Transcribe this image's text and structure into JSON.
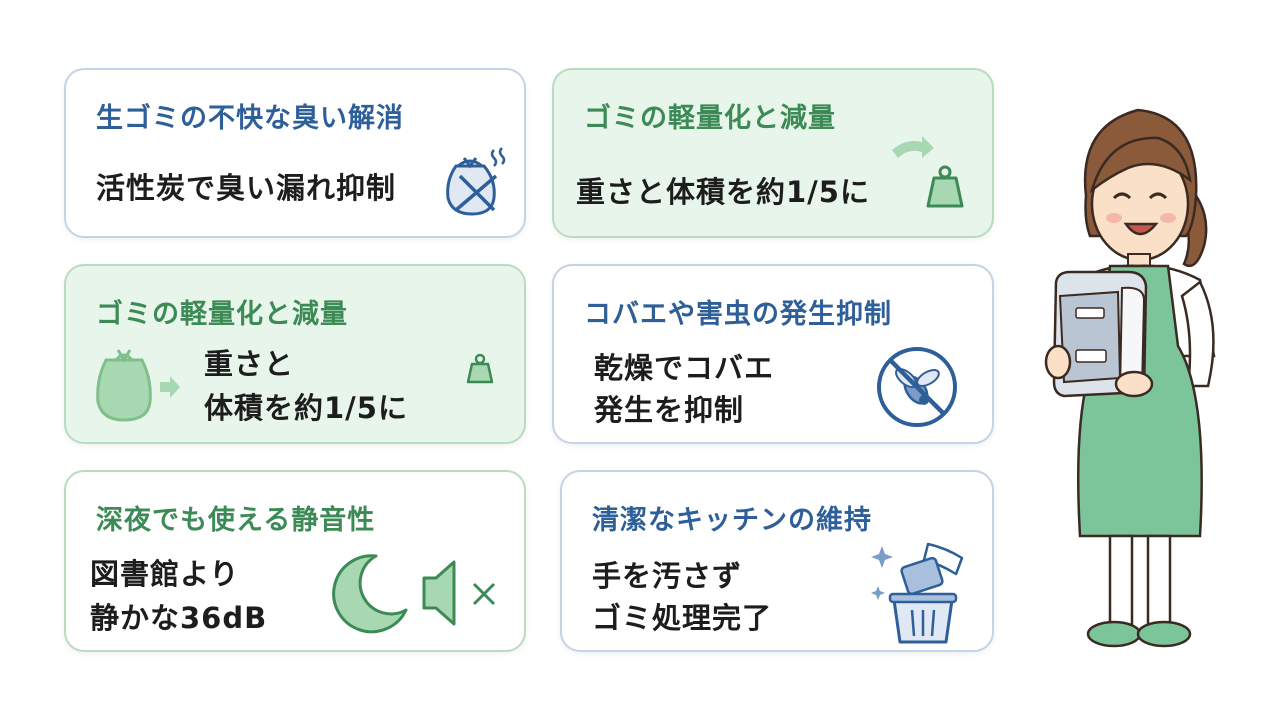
{
  "cards": [
    {
      "title": "生ゴミの不快な臭い解消",
      "lines": [
        "活性炭で臭い漏れ抑制"
      ],
      "icon": "garbage-bag-no-odor-icon"
    },
    {
      "title": "ゴミの軽量化と減量",
      "lines": [
        "重さと体積を約1/5に"
      ],
      "icon": "weight-reduction-icon"
    },
    {
      "title": "ゴミの軽量化と減量",
      "lines": [
        "重さと",
        "体積を約1/5に"
      ],
      "icon": "bag-to-weight-icon"
    },
    {
      "title": "コバエや害虫の発生抑制",
      "lines": [
        "乾燥でコバエ",
        "発生を抑制"
      ],
      "icon": "no-fly-icon"
    },
    {
      "title": "深夜でも使える静音性",
      "lines": [
        "図書館より",
        "静かな36dB"
      ],
      "icon": "moon-mute-icon"
    },
    {
      "title": "清潔なキッチンの維持",
      "lines": [
        "手を汚さず",
        "ゴミ処理完了"
      ],
      "icon": "clean-bin-icon"
    }
  ],
  "colors": {
    "blue": "#2e5f99",
    "green": "#3c8a55",
    "icon_green": "#7fbf8a",
    "card_green": "#e8f5ea"
  }
}
